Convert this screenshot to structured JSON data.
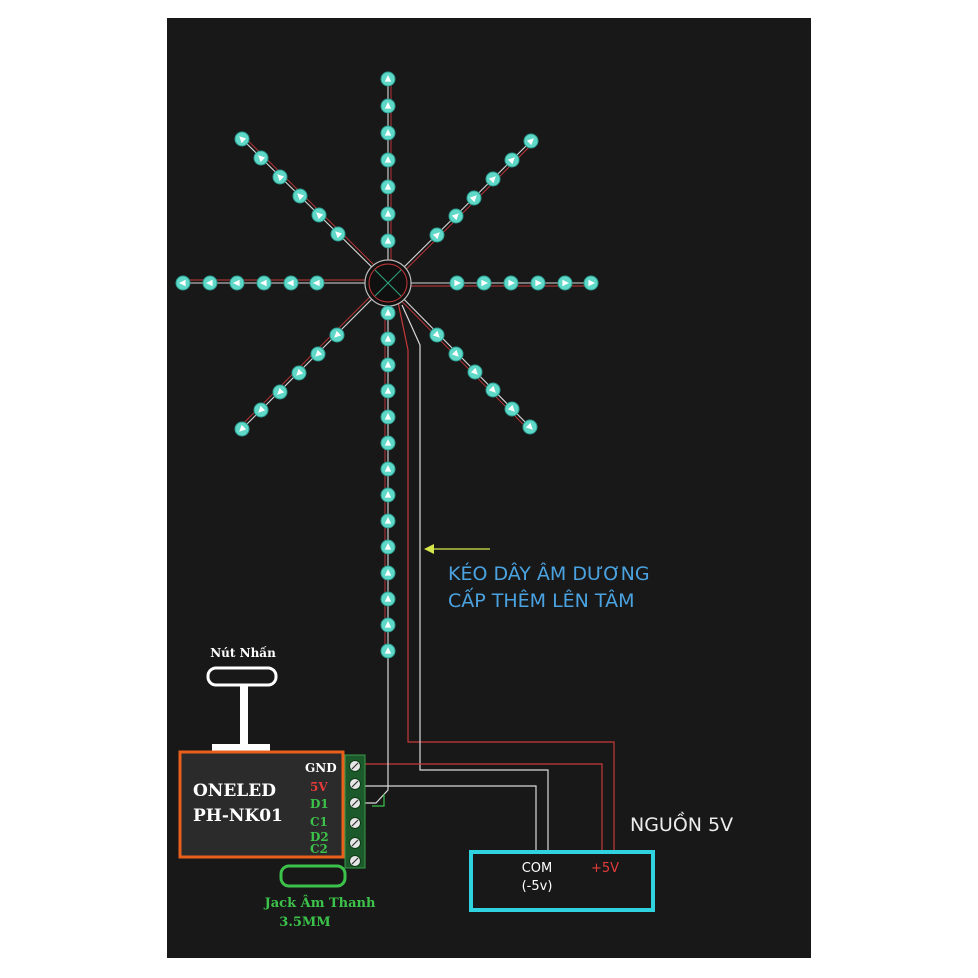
{
  "annotation": {
    "line1": "KÉO DÂY ÂM DƯƠNG",
    "line2": "CẤP THÊM LÊN TÂM"
  },
  "button": {
    "label": "Nút Nhấn"
  },
  "controller": {
    "name_line1": "ONELED",
    "name_line2": "PH-NK01",
    "pins": [
      "GND",
      "5V",
      "D1",
      "C1",
      "D2",
      "C2"
    ]
  },
  "jack": {
    "label_line1": "Jack Âm Thanh",
    "label_line2": "3.5MM"
  },
  "power": {
    "title": "NGUỒN 5V",
    "com_label": "COM",
    "com_sub_label": "(-5v)",
    "plus_label": "+5V"
  },
  "colors": {
    "led": "#5fd8c8",
    "wire_white": "#d9d9d9",
    "wire_red": "#c8383a",
    "controller_border": "#e8601c",
    "power_border": "#2fd3e0",
    "annotation_text": "#4aa3e0",
    "annotation_arrow": "#d4e64a",
    "pin_gnd": "#ffffff",
    "pin_5v": "#e43b3b",
    "pin_signal": "#3cc24a"
  }
}
